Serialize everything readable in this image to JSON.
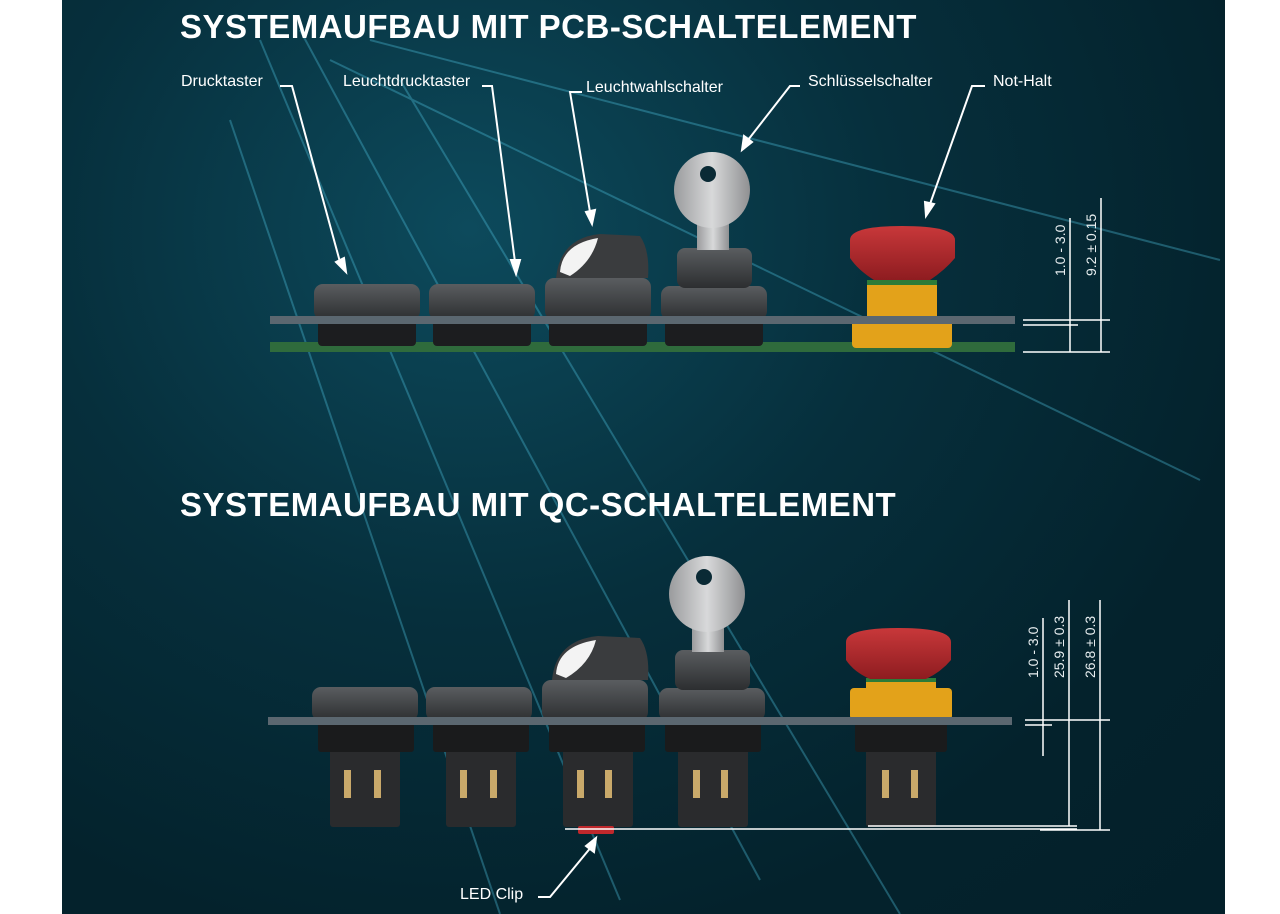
{
  "sections": [
    {
      "title": "SYSTEMAUFBAU MIT PCB-SCHALTELEMENT",
      "labels": [
        "Drucktaster",
        "Leuchtdrucktaster",
        "Leuchtwahlschalter",
        "Schlüsselschalter",
        "Not-Halt"
      ],
      "dimensions": [
        "1.0 - 3.0",
        "9.2 ± 0.15"
      ]
    },
    {
      "title": "SYSTEMAUFBAU MIT QC-SCHALTELEMENT",
      "labels": [
        "LED Clip"
      ],
      "dimensions": [
        "1.0 - 3.0",
        "25.9 ± 0.3",
        "26.8 ± 0.3"
      ]
    }
  ],
  "colors": {
    "background": "#04222c",
    "pcb": "#2f6b3c",
    "estop_red": "#b3262b",
    "estop_yellow": "#e3a21a"
  }
}
